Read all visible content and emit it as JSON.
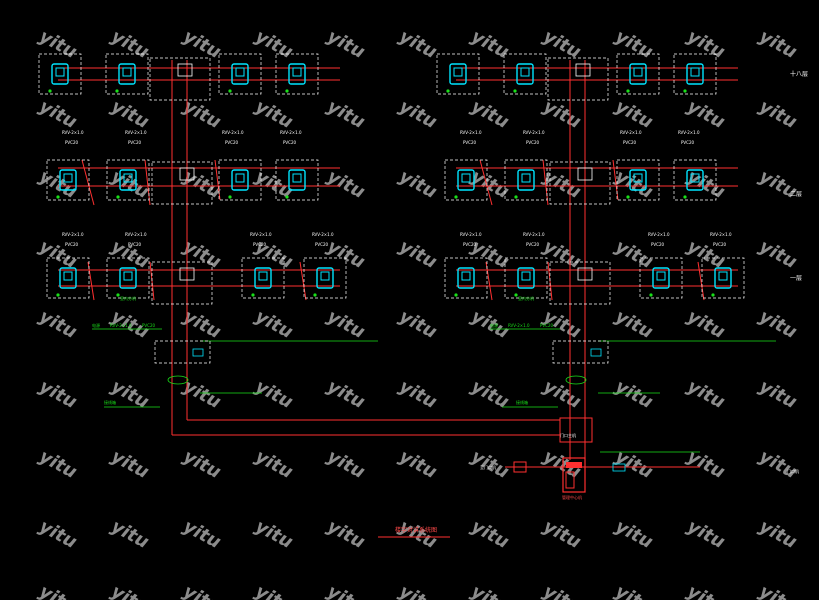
{
  "watermark": {
    "text": "yitu"
  },
  "floor_labels": [
    "十八层",
    "二层",
    "一层"
  ],
  "colors": {
    "background": "#000000",
    "conduit": "#ff3030",
    "frame": "#ffffff",
    "device": "#00e5ff",
    "label": "#19e019",
    "watermark": "#ffffff"
  },
  "diagram": {
    "title": "楼宇对讲系统图",
    "cable_spec": "RVV-2×1.0",
    "conduit_spec": "PVC20",
    "junction_label": "接线箱",
    "indoor_unit_label": "室内分机",
    "door_station_label": "门口主机",
    "power_label": "电源",
    "panel_label": "管理中心机",
    "side_labels": [
      "至门口机",
      "门口机"
    ]
  }
}
